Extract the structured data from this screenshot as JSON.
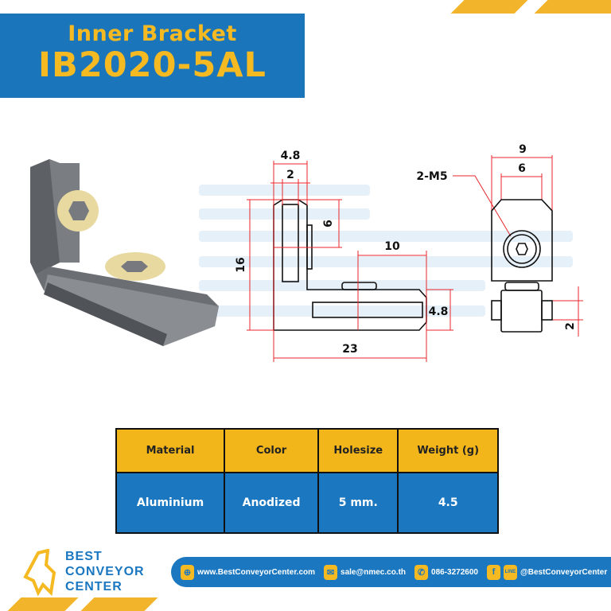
{
  "header": {
    "subtitle": "Inner Bracket",
    "model": "IB2020-5AL"
  },
  "colors": {
    "brand_blue": "#1b75bb",
    "brand_yellow": "#f5b921",
    "dimension_red": "#e8262c"
  },
  "dimensions": {
    "side_view": [
      "4.8",
      "2",
      "6",
      "16",
      "10",
      "4.8",
      "23"
    ],
    "front_view": [
      "9",
      "6",
      "2-M5",
      "2"
    ]
  },
  "spec_table": {
    "headers": [
      "Material",
      "Color",
      "Holesize",
      "Weight (g)"
    ],
    "values": [
      "Aluminium",
      "Anodized",
      "5 mm.",
      "4.5"
    ]
  },
  "footer": {
    "logo_lines": [
      "BEST",
      "CONVEYOR",
      "CENTER"
    ],
    "website": "www.BestConveyorCenter.com",
    "email": "sale@nmec.co.th",
    "phone": "086-3272600",
    "social": "@BestConveyorCenter",
    "icons": [
      "globe-icon",
      "mail-icon",
      "phone-icon",
      "facebook-icon",
      "line-icon"
    ]
  }
}
